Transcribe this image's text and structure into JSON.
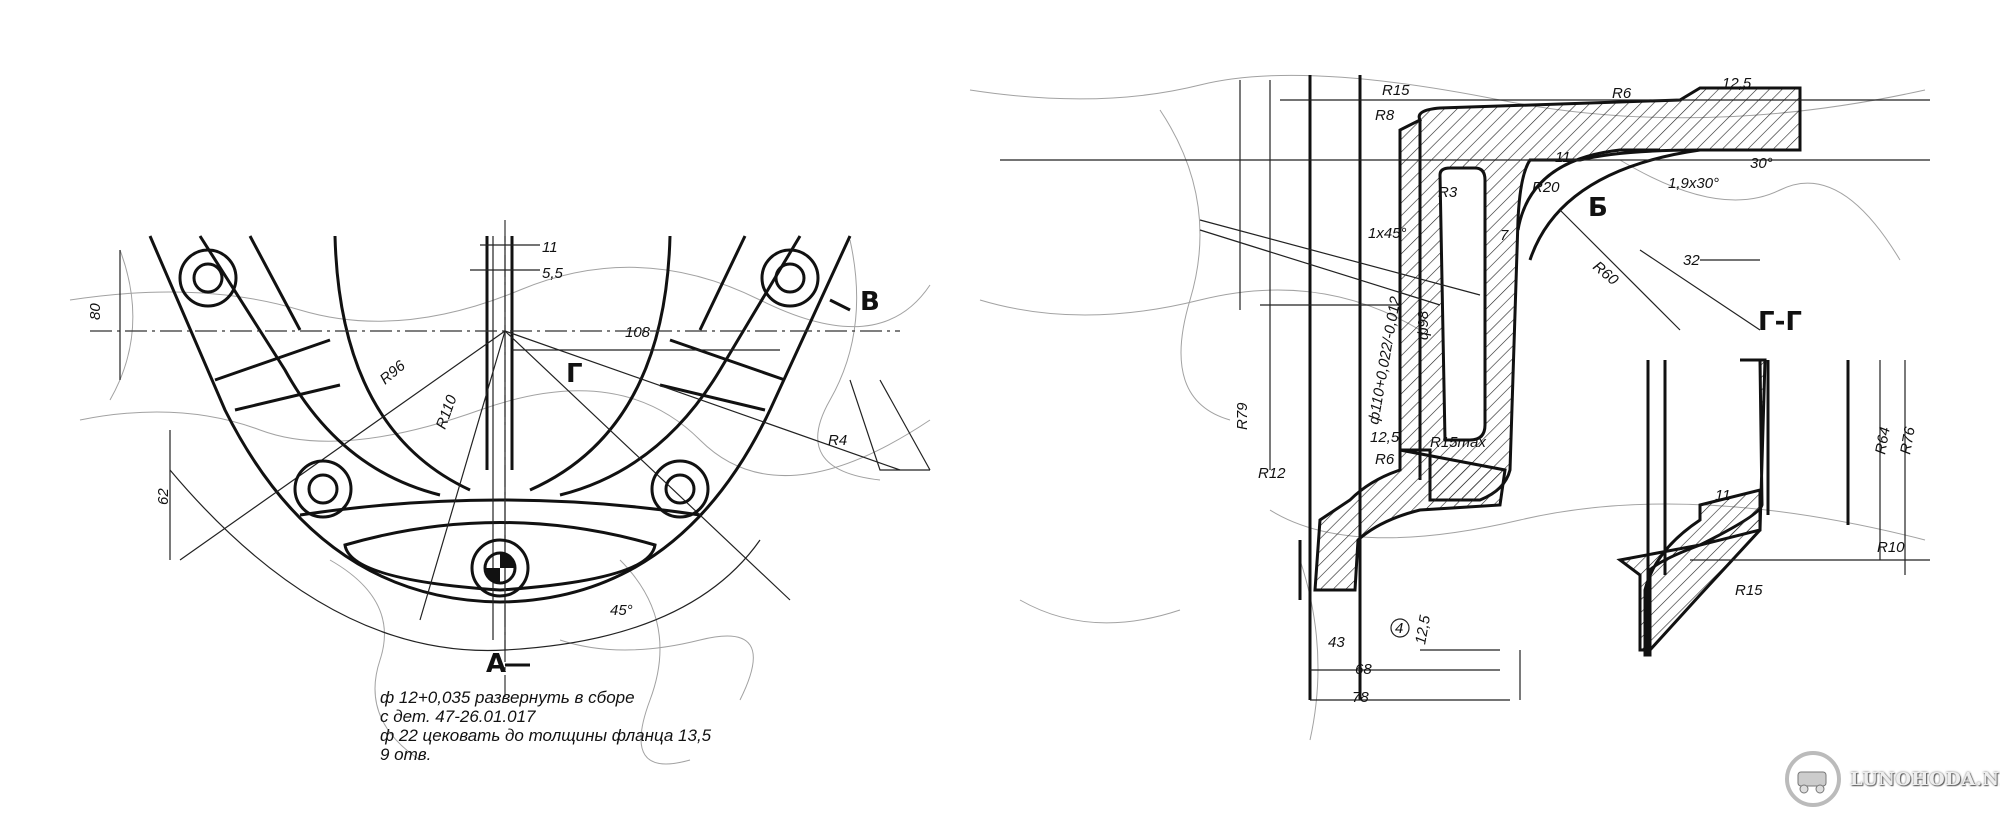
{
  "left_view": {
    "dimensions": [
      "80",
      "62",
      "R96",
      "R110",
      "11",
      "5,5",
      "108",
      "R4",
      "45°"
    ],
    "section_markers": {
      "g": "Г",
      "v": "В",
      "a": "А"
    },
    "note_lines": [
      "ф 12+0,035 развернуть в сборе",
      "с дет. 47-26.01.017",
      "ф 22 цековать до толщины фланца 13,5",
      "9 отв."
    ]
  },
  "right_view": {
    "dimensions_top": [
      "R15",
      "R8",
      "R6",
      "12,5",
      "11",
      "R20",
      "R3",
      "1x45°",
      "7",
      "R60",
      "1,9x30°",
      "30°",
      "32",
      "ф110+0,022/-0,012",
      "R79",
      "ф98"
    ],
    "dimensions_bottom": [
      "12,5",
      "R6",
      "R15max",
      "R12",
      "43",
      "68",
      "78",
      "4",
      "12,5"
    ],
    "section_b_label": "Б",
    "section_gg_label": "Г-Г",
    "section_gg_dimensions": [
      "R64",
      "R76",
      "11",
      "R10",
      "R15"
    ]
  },
  "watermark": {
    "text": "LUNOHODA.NET"
  }
}
